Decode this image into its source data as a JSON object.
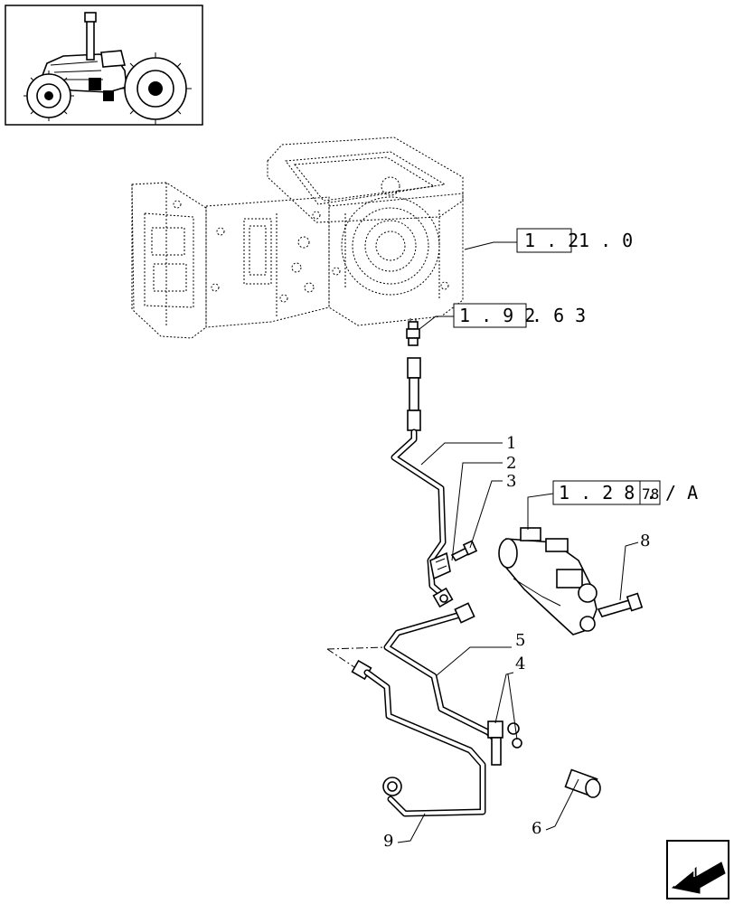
{
  "thumbnail": {
    "icon": "tractor-icon"
  },
  "references": {
    "housing": {
      "boxed": "1 . 2",
      "rest": "1 . 0"
    },
    "switch": {
      "boxed": "1 . 9 2",
      "rest": ". 6 3"
    },
    "cylinder": {
      "boxed1": "1 . 2 8 .",
      "boxed2": "78",
      "rest": "/ A"
    }
  },
  "callouts": {
    "c1": "1",
    "c2": "2",
    "c3": "3",
    "c4": "4",
    "c5": "5",
    "c6": "6",
    "c8": "8",
    "c9": "9"
  },
  "nav": {
    "icon": "next-page-arrow-icon"
  }
}
